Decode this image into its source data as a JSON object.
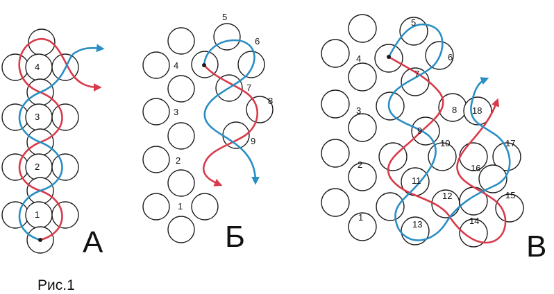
{
  "caption": "Рис.1",
  "colors": {
    "red": "#d93a4a",
    "blue": "#2a8ec4",
    "outline": "#1a1a1a",
    "text": "#111111"
  },
  "panels": [
    {
      "id": "A",
      "letter": "А",
      "labels": [
        "1",
        "2",
        "3",
        "4"
      ]
    },
    {
      "id": "B",
      "letter": "Б",
      "labels": [
        "1",
        "2",
        "3",
        "4",
        "5",
        "6",
        "7",
        "8",
        "9"
      ]
    },
    {
      "id": "V",
      "letter": "В",
      "labels": [
        "1",
        "2",
        "3",
        "4",
        "5",
        "6",
        "7",
        "8",
        "9",
        "10",
        "11",
        "12",
        "13",
        "14",
        "15",
        "16",
        "17",
        "18"
      ]
    }
  ]
}
